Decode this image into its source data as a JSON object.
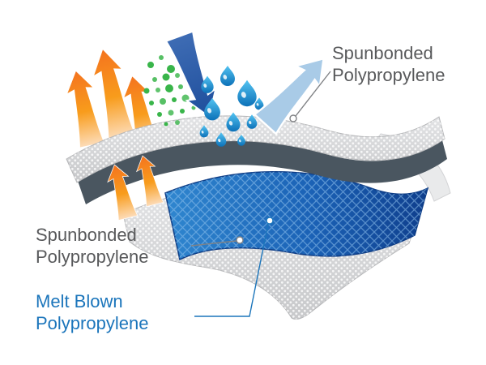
{
  "labels": {
    "top": {
      "line1": "Spunbonded",
      "line2": "Polypropylene"
    },
    "left": {
      "line1": "Spunbonded",
      "line2": "Polypropylene"
    },
    "melt_blown": {
      "line1": "Melt Blown",
      "line2": "Polypropylene"
    }
  },
  "colors": {
    "label_gray": "#58595B",
    "melt_blown_blue": "#1B75BB",
    "leader_gray": "#808285",
    "orange_arrow": "#F7941D",
    "particle_green": "#39B54A",
    "droplet_blue": "#29ABE2",
    "mesh_blue": "#1C63B7",
    "dark_band": "#4A5660",
    "sheet_gray": "#D7D8DA",
    "repel_arrow_blue": "#A9CBE7",
    "penetration_arrow_blue": "#2B5AA7"
  }
}
